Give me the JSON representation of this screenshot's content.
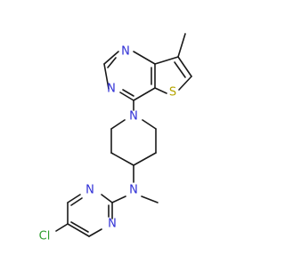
{
  "molecule": {
    "colors": {
      "bond": "#1a1a1a",
      "nitrogen": "#2f2fd6",
      "sulfur": "#b5a400",
      "chlorine": "#2e9e2e"
    },
    "atoms": {
      "n_pyrimidine_top": "N",
      "n_pyrimidine_left": "N",
      "s_thiophene": "S",
      "n_piperidine": "N",
      "n_amine": "N",
      "n_chloropyrimidine_top": "N",
      "n_chloropyrimidine_bottom": "N",
      "cl": "Cl"
    }
  }
}
